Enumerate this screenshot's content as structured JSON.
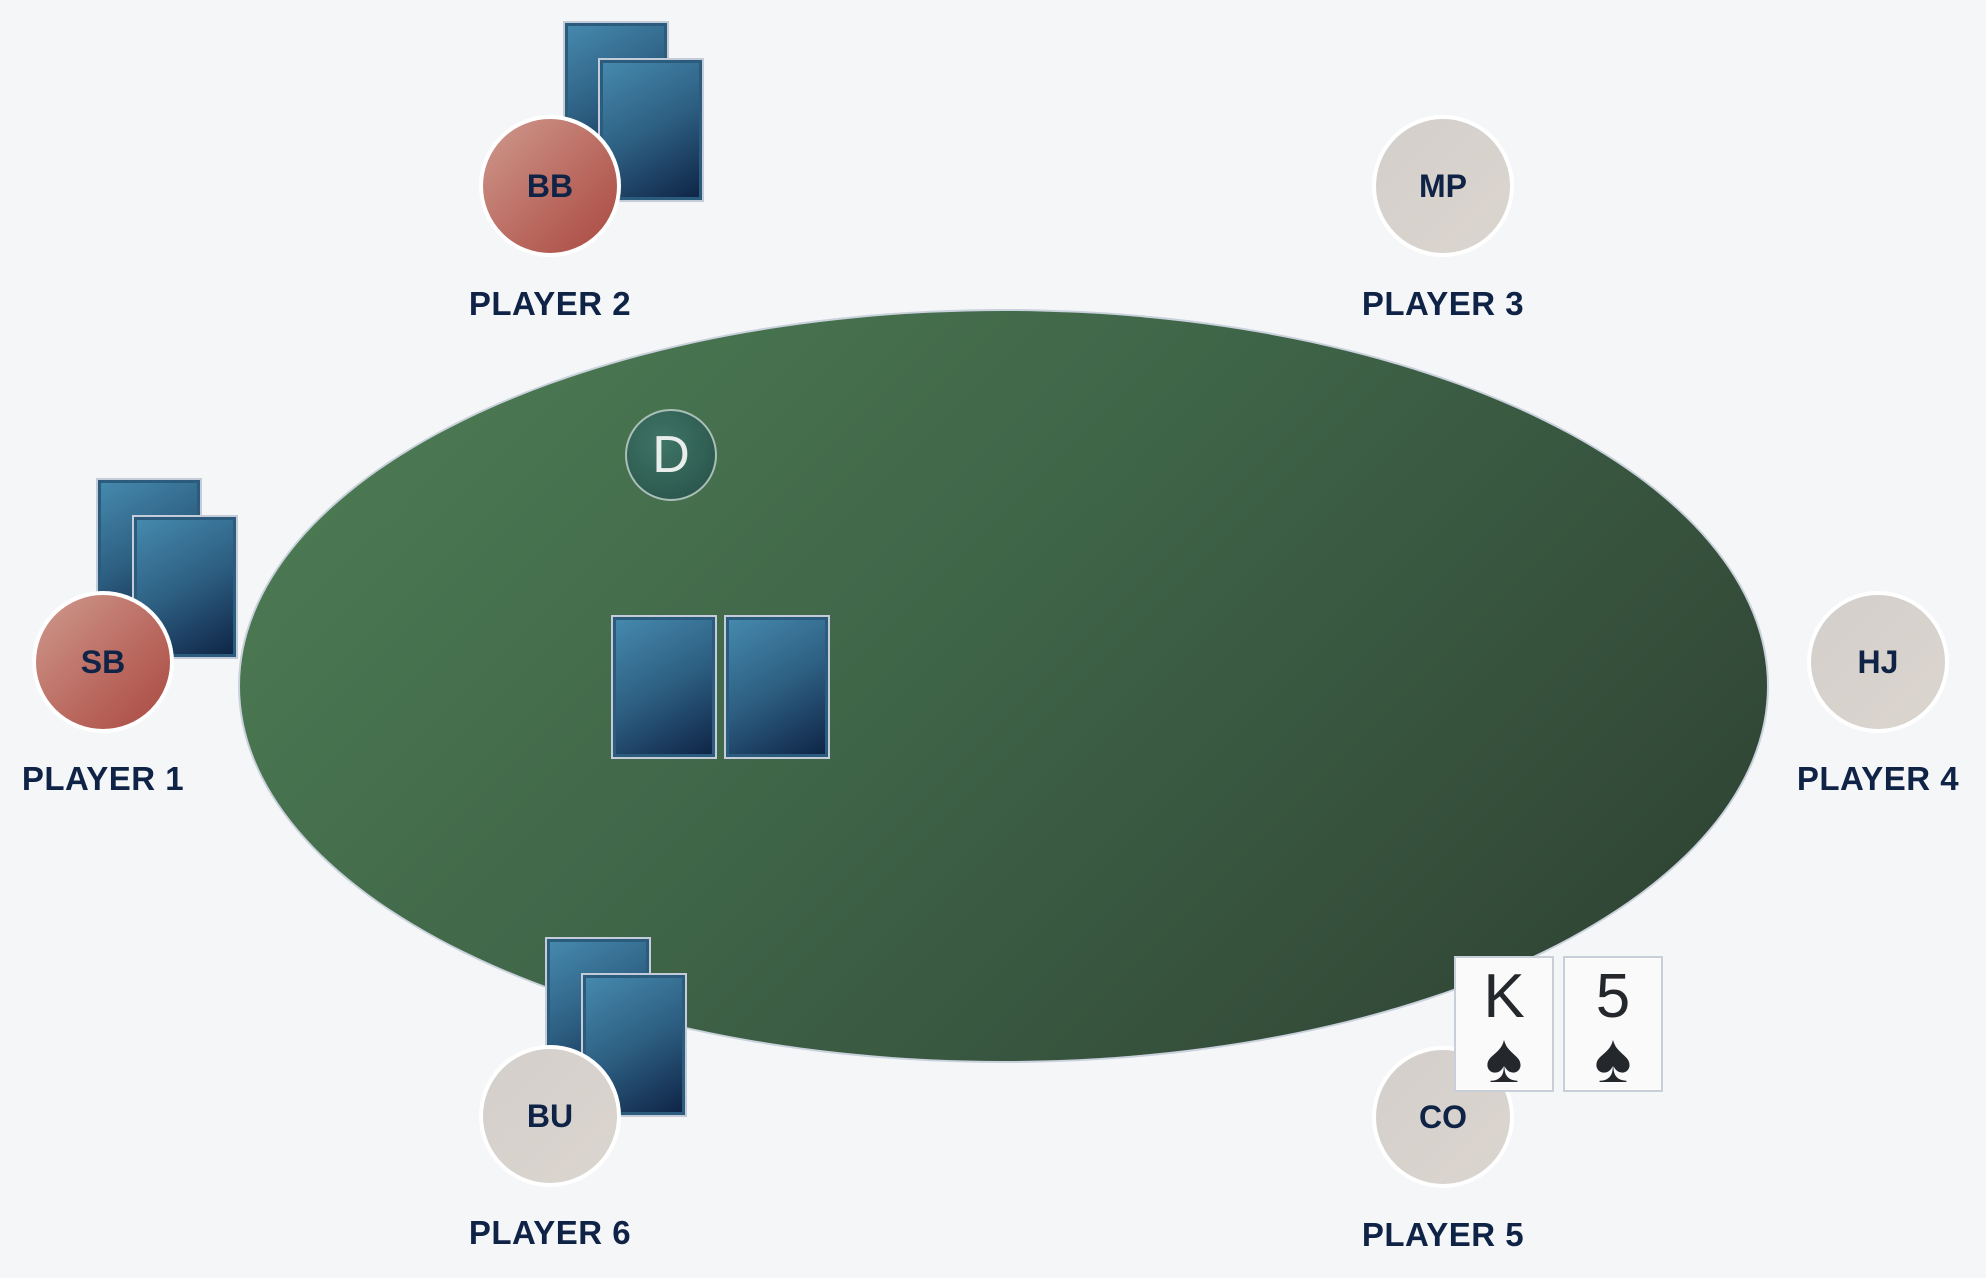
{
  "table": {
    "dealer_button": "D",
    "community_cards": [
      "face-down",
      "face-down"
    ]
  },
  "seats": [
    {
      "position": "SB",
      "player": "PLAYER 1",
      "status": "blind",
      "cards": "face-down"
    },
    {
      "position": "BB",
      "player": "PLAYER 2",
      "status": "blind",
      "cards": "face-down"
    },
    {
      "position": "MP",
      "player": "PLAYER 3",
      "status": "folded"
    },
    {
      "position": "HJ",
      "player": "PLAYER 4",
      "status": "folded"
    },
    {
      "position": "CO",
      "player": "PLAYER 5",
      "status": "hero",
      "cards": [
        {
          "rank": "K",
          "suit": "♠"
        },
        {
          "rank": "5",
          "suit": "♠"
        }
      ]
    },
    {
      "position": "BU",
      "player": "PLAYER 6",
      "status": "active",
      "cards": "face-down"
    }
  ],
  "colors": {
    "table": "#3f6548",
    "blind_seat": "#b9675d",
    "seat": "#d6d1cc",
    "card_back": "#2d5f82",
    "text": "#0f2347"
  }
}
